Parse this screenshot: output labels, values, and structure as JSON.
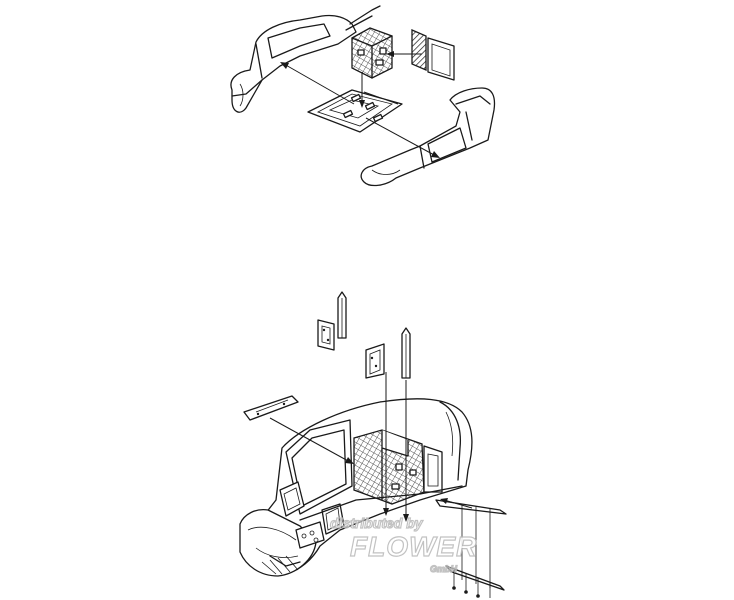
{
  "watermark": {
    "line1": "distributed by",
    "line2": "FLOWER",
    "line3": "GmbH"
  },
  "colors": {
    "line": "#1a1a1a",
    "background": "#ffffff",
    "watermark": "#b8b8b8"
  }
}
